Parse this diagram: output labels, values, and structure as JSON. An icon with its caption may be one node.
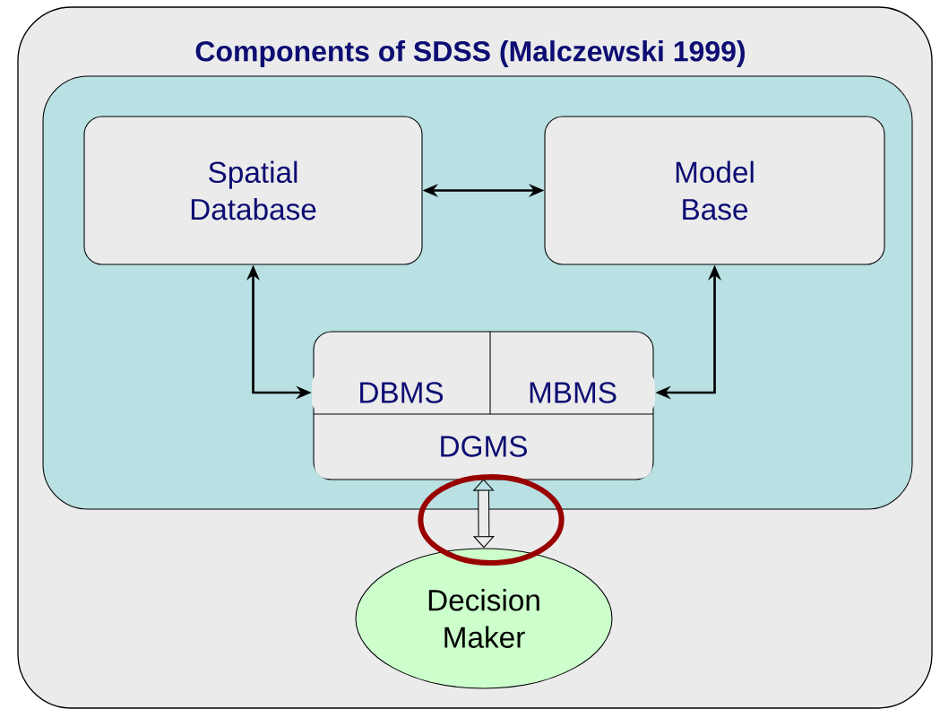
{
  "diagram": {
    "nodes": [
      {
        "text": [
          "Components of SDSS (Malczewski 1999)"
        ]
      },
      {
        "text": [],
        "shape": "box",
        "in": 0
      },
      {
        "text": [
          "Spatial Database"
        ],
        "in": 1
      },
      {
        "text": [
          "Model Base"
        ],
        "in": 1
      },
      {
        "text": [],
        "shape": "box",
        "in": 1
      },
      {
        "text": [
          "DBMS"
        ],
        "in": 4
      },
      {
        "text": [
          "MBMS"
        ],
        "in": 4
      },
      {
        "text": [
          "DGMS"
        ],
        "in": 4
      },
      {
        "text": [
          "Decision Maker"
        ],
        "in": 0
      }
    ],
    "edges": [
      {
        "from": 2,
        "to": 3,
        "arrow": "both"
      },
      {
        "from": 2,
        "to": 5,
        "arrow": "both"
      },
      {
        "from": 3,
        "to": 6,
        "arrow": "both"
      },
      {
        "from": 7,
        "to": 8,
        "arrow": "both",
        "style": "thick"
      }
    ]
  }
}
